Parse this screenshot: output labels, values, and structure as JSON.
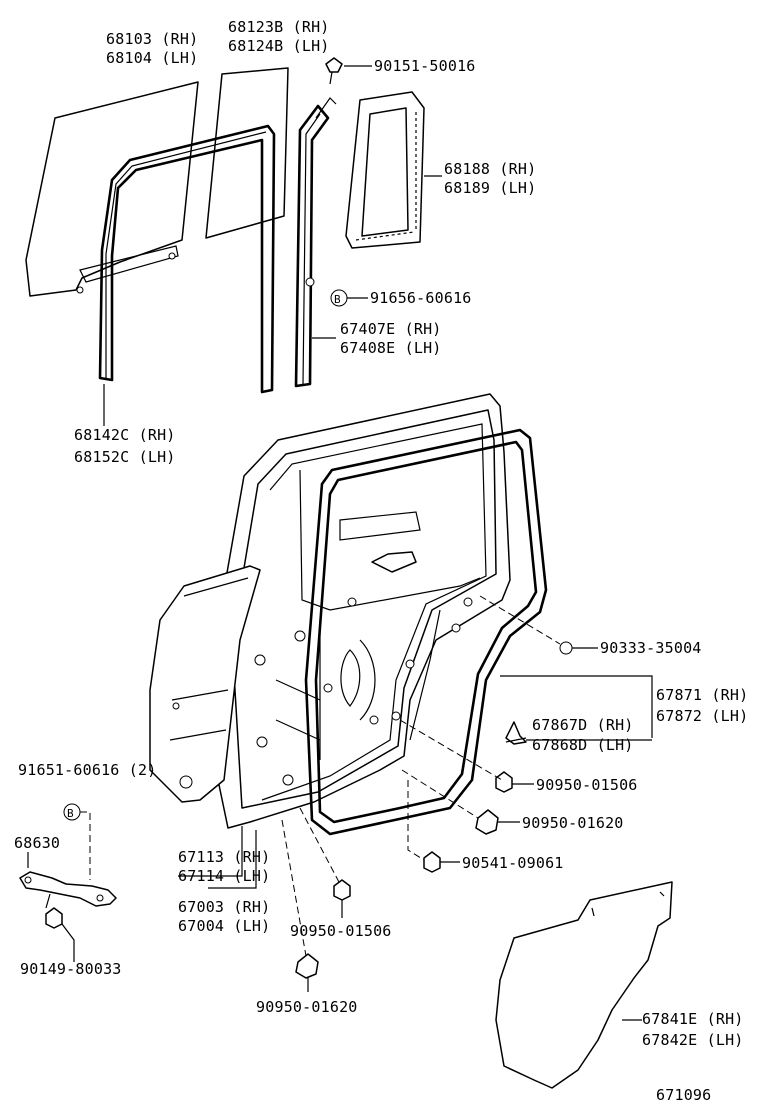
{
  "labels": {
    "p68103": "68103 (RH)",
    "p68104": "68104 (LH)",
    "p68123b": "68123B (RH)",
    "p68124b": "68124B (LH)",
    "p90151": "90151-50016",
    "p68188": "68188 (RH)",
    "p68189": "68189 (LH)",
    "p91656": "91656-60616",
    "p67407e": "67407E (RH)",
    "p67408e": "67408E (LH)",
    "p68142c": "68142C (RH)",
    "p68152c": "68152C (LH)",
    "p90333": "90333-35004",
    "p67871": "67871 (RH)",
    "p67872": "67872 (LH)",
    "p67867d": "67867D (RH)",
    "p67868d": "67868D (LH)",
    "p90950a": "90950-01506",
    "p90950b": "90950-01620",
    "p90541": "90541-09061",
    "p91651": "91651-60616 (2)",
    "p68630": "68630",
    "p90149": "90149-80033",
    "p67113": "67113 (RH)",
    "p67114": "67114 (LH)",
    "p67003": "67003 (RH)",
    "p67004": "67004 (LH)",
    "p90950c": "90950-01506",
    "p90950d": "90950-01620",
    "p67841e": "67841E (RH)",
    "p67842e": "67842E (LH)",
    "code": "671096"
  },
  "markers": {
    "b1": "B",
    "b2": "B"
  }
}
